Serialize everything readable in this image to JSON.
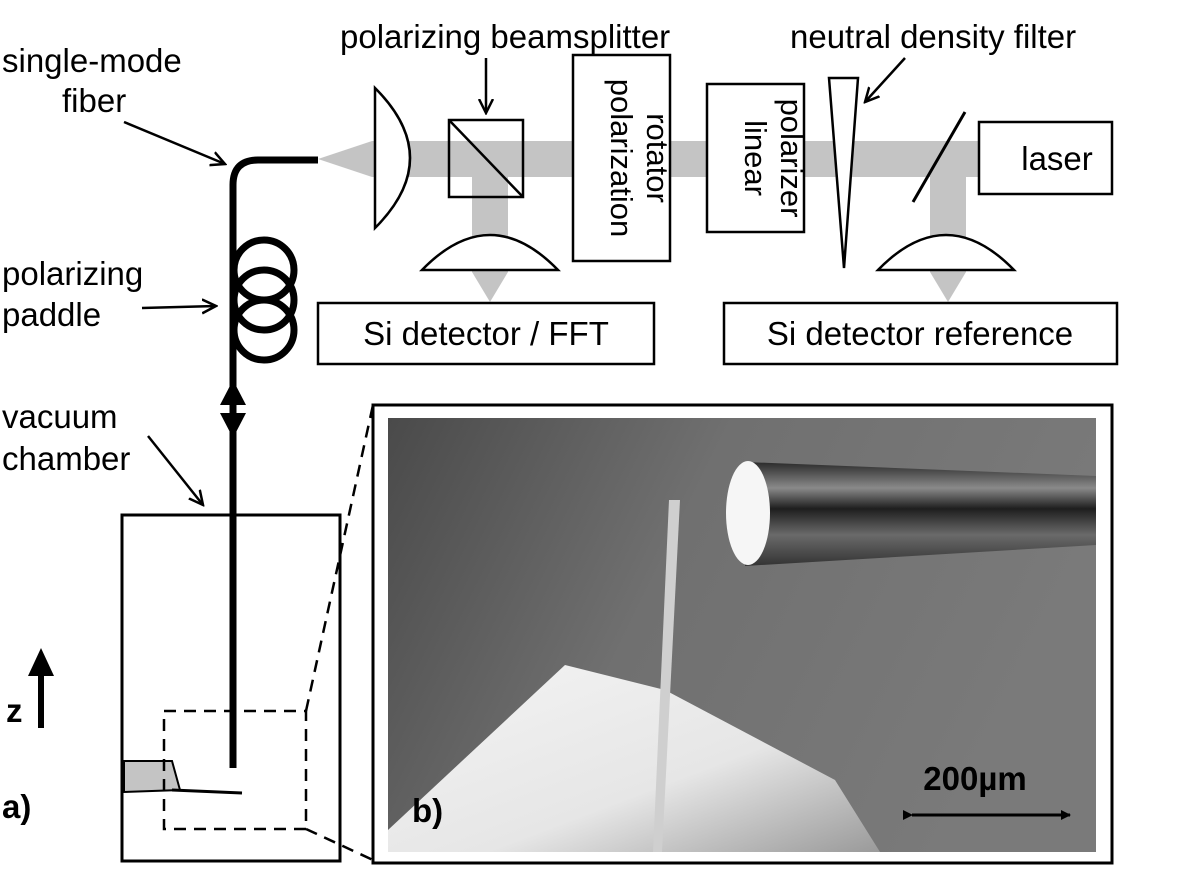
{
  "labels": {
    "single_mode_fiber_1": "single-mode",
    "single_mode_fiber_2": "fiber",
    "polarizing_paddle_1": "polarizing",
    "polarizing_paddle_2": "paddle",
    "vacuum_chamber_1": "vacuum",
    "vacuum_chamber_2": "chamber",
    "polarizing_beamsplitter": "polarizing beamsplitter",
    "neutral_density_filter": "neutral density filter",
    "polarization_rotator_1": "polarization",
    "polarization_rotator_2": "rotator",
    "linear_polarizer_1": "linear",
    "linear_polarizer_2": "polarizer",
    "laser": "laser",
    "si_detector_fft": "Si detector / FFT",
    "si_detector_reference": "Si detector reference",
    "z_axis": "z",
    "panel_a": "a)",
    "panel_b": "b)",
    "scale_bar": "200µm"
  },
  "colors": {
    "beam": "#c4c4c4",
    "stroke": "#000000",
    "photo_background": "#6e6e6e",
    "photo_dark": "#3a3a3a",
    "photo_bright": "#f2f2f2"
  }
}
